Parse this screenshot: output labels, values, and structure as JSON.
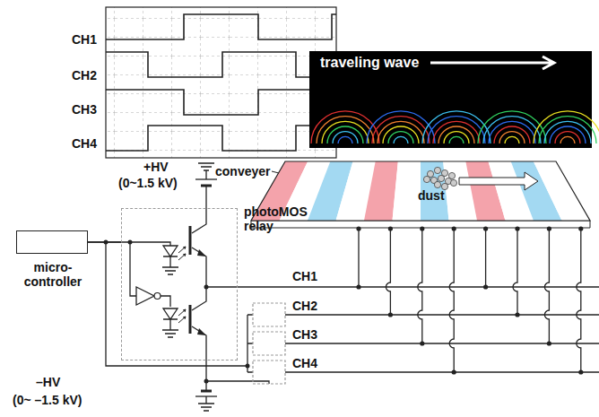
{
  "diagram": {
    "nodes": [
      {
        "text": [
          "micro-controller"
        ]
      },
      {
        "text": [
          "photoMOS relay"
        ]
      },
      {
        "text": [
          "traveling wave"
        ]
      }
    ],
    "edges": [
      {
        "from": 0,
        "to": 1,
        "arrow": "none"
      }
    ],
    "labels": [
      "CH1",
      "CH2",
      "CH3",
      "CH4",
      "+HV",
      "(0~1.5 kV)",
      "conveyer",
      "dust",
      "–HV",
      "(0~ –1.5 kV)",
      "CH1",
      "CH2",
      "CH3",
      "CH4"
    ]
  }
}
